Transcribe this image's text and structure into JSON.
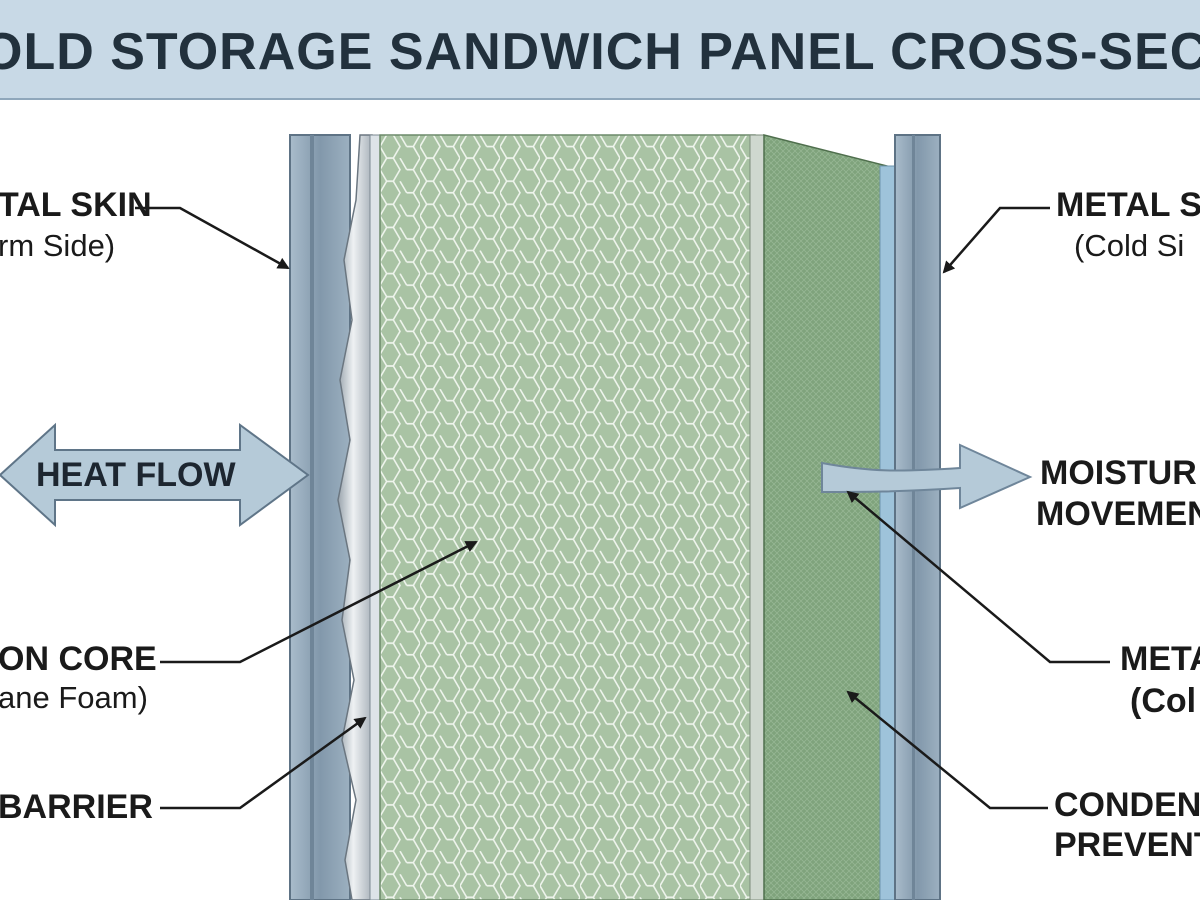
{
  "title": "OLD STORAGE SANDWICH PANEL CROSS-SECTIO",
  "labels": {
    "metal_skin_warm": {
      "main": "TAL SKIN",
      "sub": "rm Side)"
    },
    "metal_skin_cold": {
      "main": "METAL S",
      "sub": "(Cold Si"
    },
    "heat_flow": "HEAT FLOW",
    "moisture": {
      "line1": "MOISTUR",
      "line2": "MOVEMEN"
    },
    "insulation_core": {
      "main": "ON CORE",
      "sub": "ane Foam)"
    },
    "metal_cold_2": {
      "main": "META",
      "sub": "(Col"
    },
    "barrier": "BARRIER",
    "condensation": {
      "line1": "CONDEN",
      "line2": "PREVENT"
    }
  },
  "colors": {
    "title_bg": "#c8d9e6",
    "metal_skin": "#8da3b6",
    "foam_core": "#a9c3a4",
    "foam_cell_stroke": "#e8f0e6",
    "cold_layer": "#7fa37c",
    "vapor_barrier": "#c9ced3",
    "arrow_fill": "#b5cad8"
  }
}
